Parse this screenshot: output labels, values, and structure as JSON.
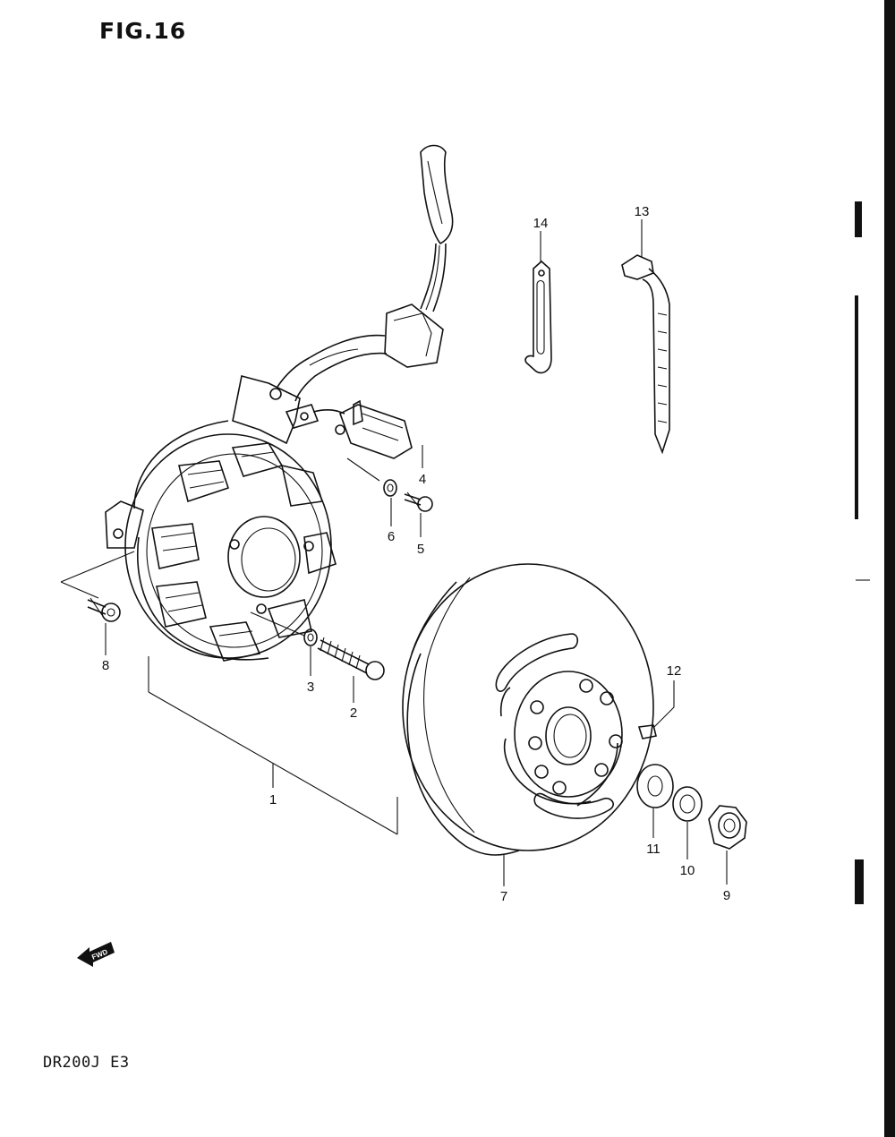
{
  "figure": {
    "title": "FIG.16",
    "model_code": "DR200J E3"
  },
  "fwd_icon": {
    "text": "FWD",
    "icon": "forward-arrow-icon"
  },
  "callouts": [
    {
      "num": "1"
    },
    {
      "num": "2"
    },
    {
      "num": "3"
    },
    {
      "num": "4"
    },
    {
      "num": "5"
    },
    {
      "num": "6"
    },
    {
      "num": "7"
    },
    {
      "num": "8"
    },
    {
      "num": "9"
    },
    {
      "num": "10"
    },
    {
      "num": "11"
    },
    {
      "num": "12"
    },
    {
      "num": "13"
    },
    {
      "num": "14"
    }
  ]
}
